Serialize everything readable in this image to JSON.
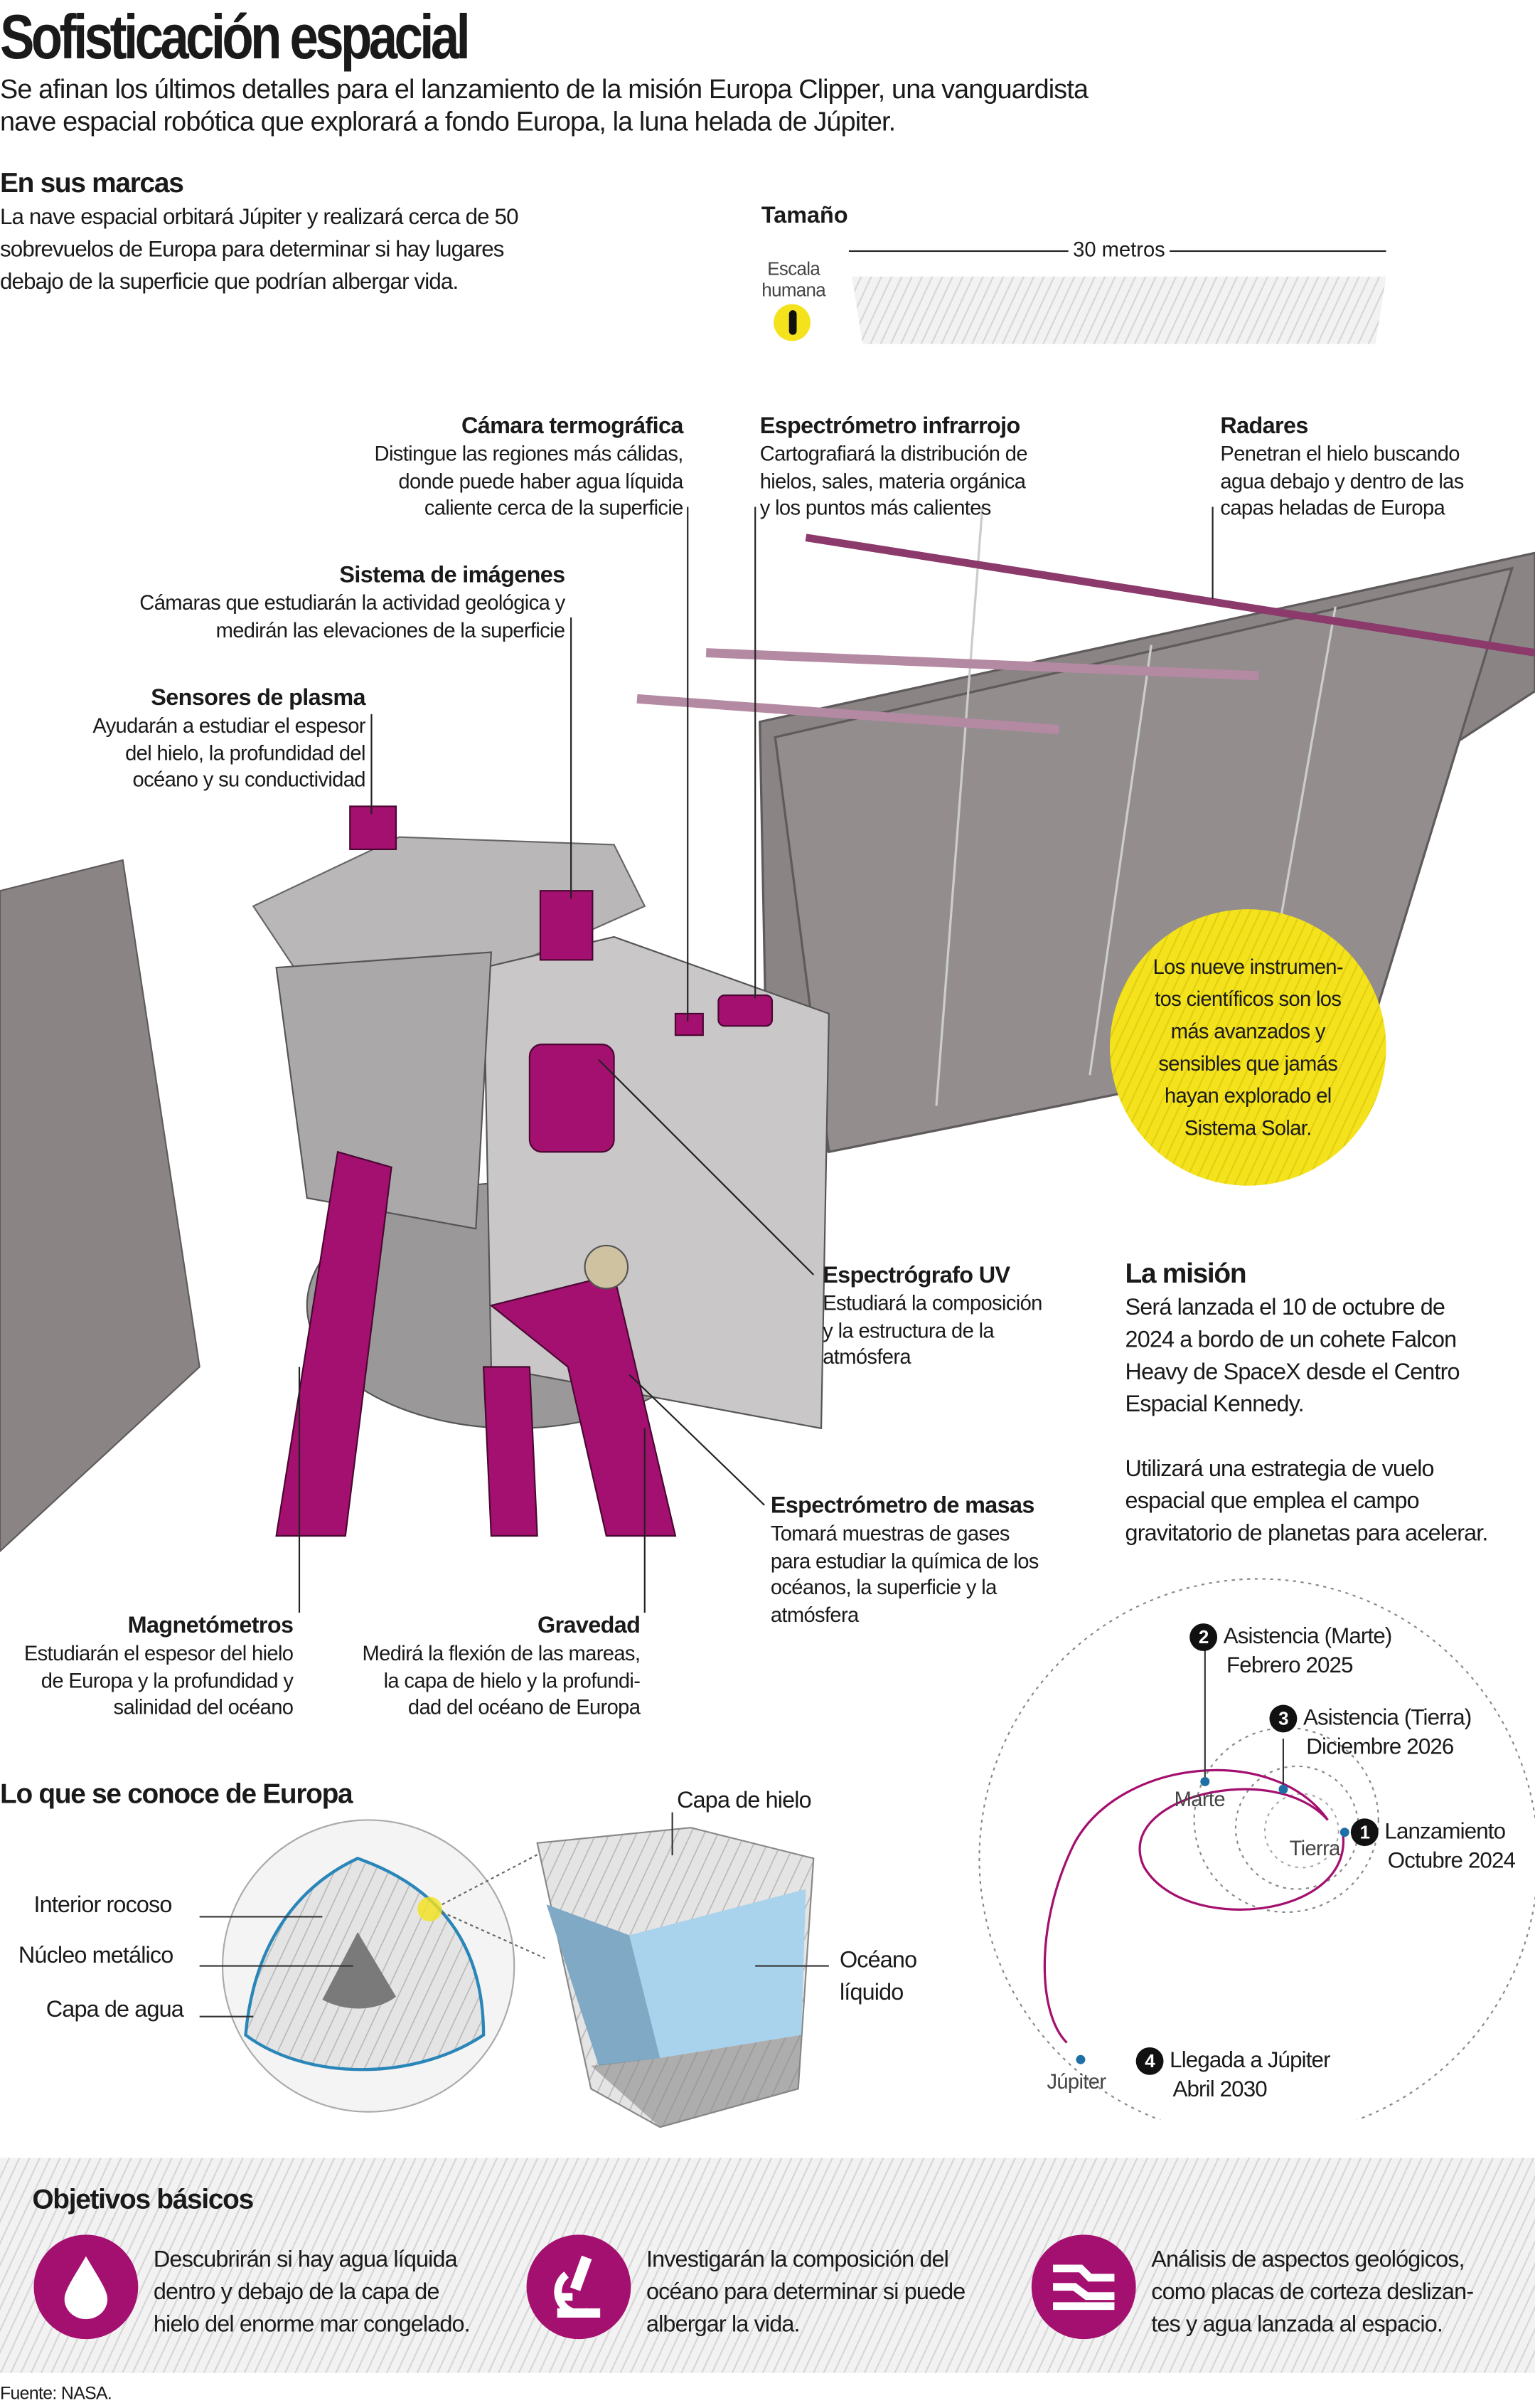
{
  "header": {
    "title": "Sofisticación espacial",
    "subtitle_lines": [
      "Se afinan los últimos detalles para el lanzamiento de la misión Europa Clipper, una vanguardista",
      "nave espacial robótica que explorará a fondo Europa, la luna helada de Júpiter."
    ]
  },
  "intro": {
    "heading": "En sus marcas",
    "lines": [
      "La nave espacial orbitará Júpiter y realizará cerca de 50",
      "sobrevuelos de Europa para determinar si hay lugares",
      "debajo de la superficie que podrían albergar vida."
    ]
  },
  "size": {
    "heading": "Tamaño",
    "scale_label_lines": [
      "Escala",
      "humana"
    ],
    "length": "30 metros"
  },
  "instruments": [
    {
      "name": "Cámara termográfica",
      "lines": [
        "Distingue las regiones más cálidas,",
        "donde puede haber agua líquida",
        "caliente cerca de la superficie"
      ]
    },
    {
      "name": "Espectrómetro infrarrojo",
      "lines": [
        "Cartografiará la distribución de",
        "hielos, sales, materia orgánica",
        "y los puntos más calientes"
      ]
    },
    {
      "name": "Radares",
      "lines": [
        "Penetran el hielo buscando",
        "agua debajo y dentro de las",
        "capas heladas de Europa"
      ]
    },
    {
      "name": "Sistema de imágenes",
      "lines": [
        "Cámaras que estudiarán la actividad geológica y",
        "medirán las elevaciones de la superficie"
      ]
    },
    {
      "name": "Sensores de plasma",
      "lines": [
        "Ayudarán a estudiar el espesor",
        "del hielo, la profundidad del",
        "océano y su conductividad"
      ]
    },
    {
      "name": "Espectrógrafo UV",
      "lines": [
        "Estudiará la composición",
        "y la estructura de la",
        "atmósfera"
      ]
    },
    {
      "name": "Espectrómetro de masas",
      "lines": [
        "Tomará muestras de gases",
        "para estudiar la química de los",
        "océanos, la superficie y la",
        "atmósfera"
      ]
    },
    {
      "name": "Magnetómetros",
      "lines": [
        "Estudiarán el espesor del hielo",
        "de Europa y la profundidad y",
        "salinidad del océano"
      ]
    },
    {
      "name": "Gravedad",
      "lines": [
        "Medirá la flexión de las mareas,",
        "la capa de hielo y la profundi-",
        "dad del océano de Europa"
      ]
    }
  ],
  "callout": {
    "lines": [
      "Los nueve instrumen-",
      "tos científicos son los",
      "más avanzados y",
      "sensibles que jamás",
      "hayan explorado el",
      "Sistema Solar."
    ]
  },
  "mission": {
    "heading": "La misión",
    "p1_lines": [
      "Será lanzada el 10 de octubre de",
      "2024 a bordo de un cohete Falcon",
      "Heavy de SpaceX desde el Centro",
      "Espacial Kennedy."
    ],
    "p2_lines": [
      "Utilizará una estrategia de vuelo",
      "espacial que emplea el campo",
      "gravitatorio de planetas para acelerar."
    ]
  },
  "trajectory": {
    "steps": [
      {
        "n": "1",
        "title": "Lanzamiento",
        "date": "Octubre 2024"
      },
      {
        "n": "2",
        "title": "Asistencia (Marte)",
        "date": "Febrero 2025"
      },
      {
        "n": "3",
        "title": "Asistencia (Tierra)",
        "date": "Diciembre 2026"
      },
      {
        "n": "4",
        "title": "Llegada a Júpiter",
        "date": "Abril 2030"
      }
    ],
    "planets": {
      "mars": "Marte",
      "earth": "Tierra",
      "jupiter": "Júpiter"
    }
  },
  "europa": {
    "heading": "Lo que se conoce de Europa",
    "labels": {
      "rock": "Interior rocoso",
      "core": "Núcleo metálico",
      "water": "Capa de agua",
      "ice": "Capa de hielo",
      "ocean_lines": [
        "Océano",
        "líquido"
      ]
    }
  },
  "objectives": {
    "heading": "Objetivos básicos",
    "items": [
      {
        "icon": "water-drop-icon",
        "lines": [
          "Descubrirán si hay agua líquida",
          "dentro y debajo de la capa de",
          "hielo del enorme mar congelado."
        ]
      },
      {
        "icon": "microscope-icon",
        "lines": [
          "Investigarán la composición del",
          "océano para determinar si puede",
          "albergar la vida."
        ]
      },
      {
        "icon": "geology-layers-icon",
        "lines": [
          "Análisis de aspectos geológicos,",
          "como placas de corteza deslizan-",
          "tes y agua lanzada al espacio."
        ]
      }
    ]
  },
  "source": "Fuente: NASA.",
  "colors": {
    "magenta": "#a4106f",
    "yellow": "#f4e21c",
    "panel": "#8a8485",
    "ocean": "#a9d3ec"
  }
}
